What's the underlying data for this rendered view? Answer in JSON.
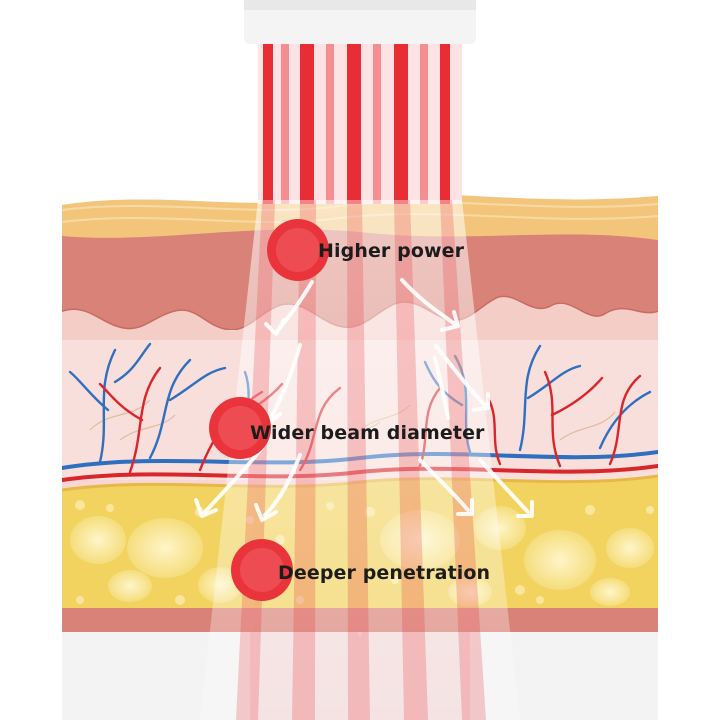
{
  "callouts": [
    {
      "label": "Higher power"
    },
    {
      "label": "Wider beam diameter"
    },
    {
      "label": "Deeper penetration"
    }
  ],
  "colors": {
    "beam": "#e8242c",
    "marker": "#e8343a",
    "epidermis": "#f3c57a",
    "dermis": "#d98378",
    "tissue": "#f6d7d2",
    "fat": "#f2d35f",
    "artery": "#d9262b",
    "vein": "#2f6fc0"
  }
}
